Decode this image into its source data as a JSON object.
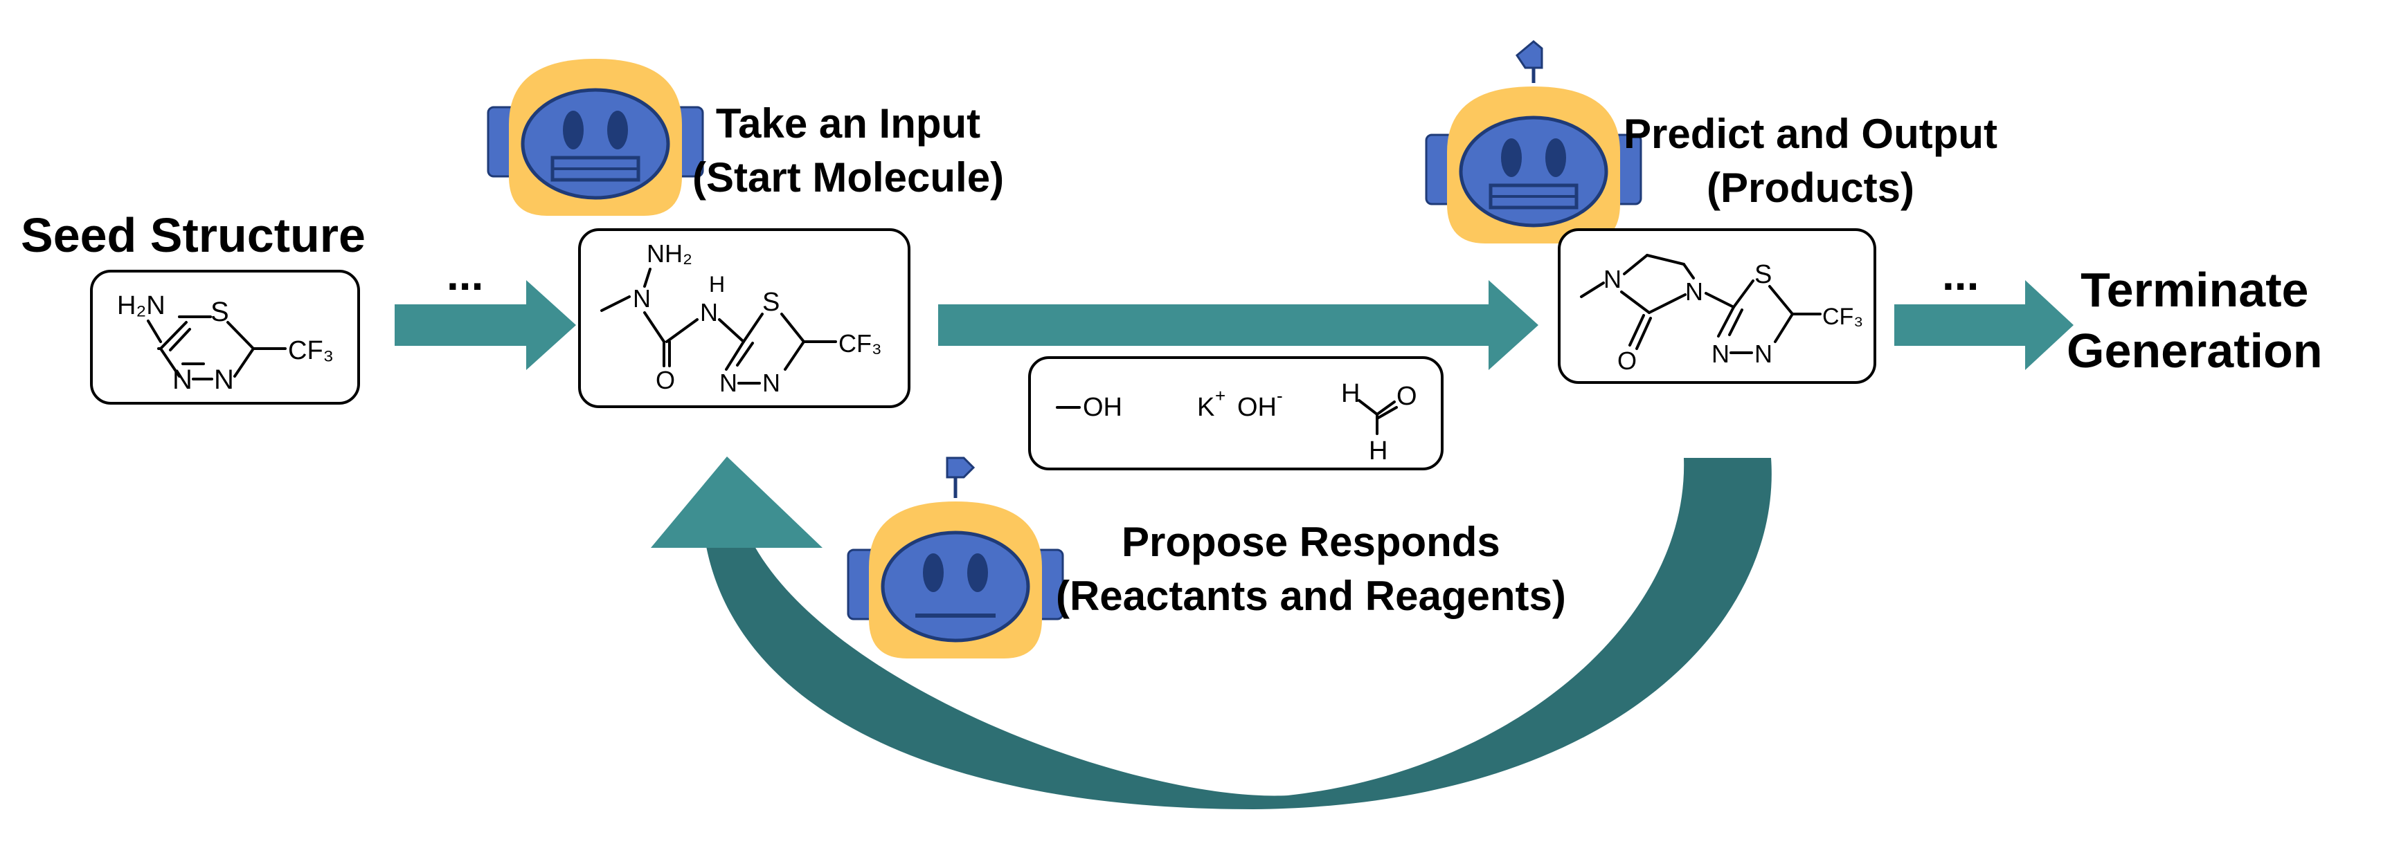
{
  "colors": {
    "arrow": "#3e8f91",
    "arrow_dark": "#2e6f73",
    "robot_head": "#fdc85e",
    "robot_ear": "#4a6fc6",
    "robot_face": "#4a6fc6",
    "robot_outline": "#1f3b78"
  },
  "labels": {
    "seed_structure": "Seed Structure",
    "take_input_line1": "Take an Input",
    "take_input_line2": "(Start Molecule)",
    "predict_line1": "Predict and Output",
    "predict_line2": "(Products)",
    "propose_line1": "Propose Responds",
    "propose_line2": "(Reactants and Reagents)",
    "terminate_line1": "Terminate",
    "terminate_line2": "Generation",
    "ellipsis_left": "...",
    "ellipsis_right": "..."
  },
  "molecules": {
    "seed": {
      "nh2": "H₂N",
      "s": "S",
      "n1": "N",
      "n2": "N",
      "cf3": "CF₃"
    },
    "start": {
      "nh2": "NH₂",
      "n": "N",
      "nh": "H",
      "nh_n": "N",
      "o": "O",
      "s": "S",
      "n1": "N",
      "n2": "N",
      "cf3": "CF₃"
    },
    "product": {
      "n1": "N",
      "n2": "N",
      "o": "O",
      "s": "S",
      "n3": "N",
      "n4": "N",
      "cf3": "CF₃"
    },
    "reagents": {
      "methanol": "OH",
      "koh_k": "K",
      "koh_plus": "+",
      "koh_oh": "OH",
      "koh_minus": "-",
      "h1": "H",
      "o": "O",
      "h2": "H"
    }
  },
  "icons": [
    "robot-icon-input",
    "robot-icon-output",
    "robot-icon-propose",
    "arrow-right-icon",
    "cycle-arrow-icon"
  ]
}
